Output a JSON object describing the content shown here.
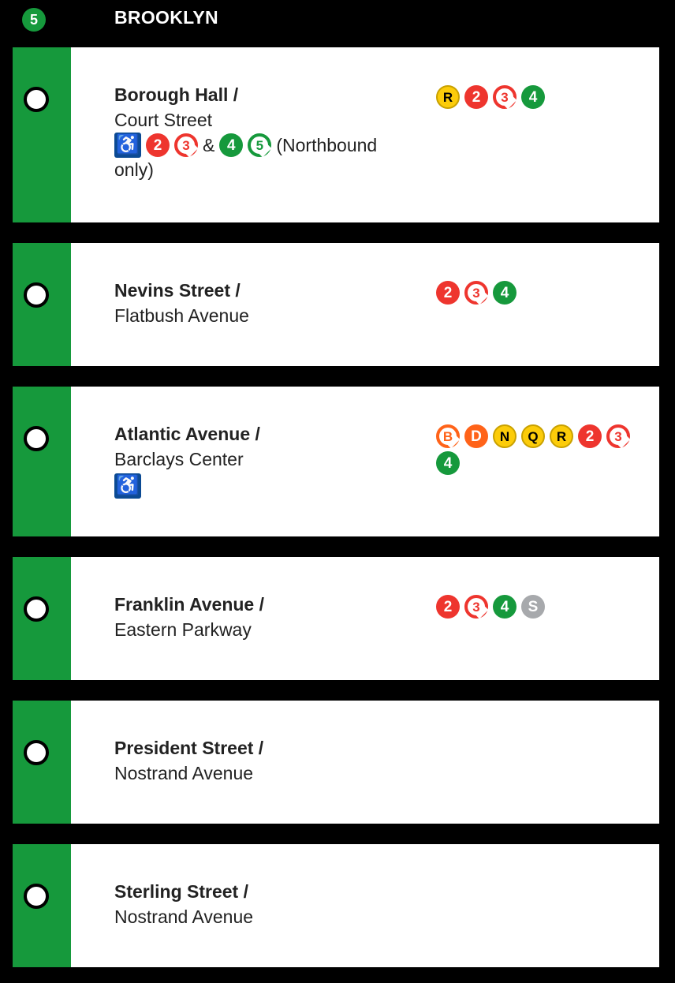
{
  "header": {
    "route": {
      "label": "5",
      "color": "#16993c"
    },
    "borough": "BROOKLYN"
  },
  "colors": {
    "line_strip": "#16993c",
    "red": "#ee352e",
    "green": "#16993c",
    "yellow": "#fccc0a",
    "orange": "#ff6319",
    "gray": "#a7a9ac",
    "ada_blue": "#0b4a93"
  },
  "stations": [
    {
      "name": "Borough Hall /",
      "cross": "Court Street",
      "accessible_note": {
        "icon": "wheelchair-icon",
        "bullets_a": [
          {
            "label": "2",
            "color": "#ee352e",
            "style": "solid"
          },
          {
            "label": "3",
            "color": "#ee352e",
            "style": "diamond"
          }
        ],
        "amp": "&",
        "bullets_b": [
          {
            "label": "4",
            "color": "#16993c",
            "style": "solid"
          },
          {
            "label": "5",
            "color": "#16993c",
            "style": "diamond"
          }
        ],
        "text_1": "(Northbound",
        "text_2": "only)"
      },
      "transfers": [
        {
          "label": "R",
          "color": "#fccc0a",
          "style": "dark"
        },
        {
          "label": "2",
          "color": "#ee352e",
          "style": "solid"
        },
        {
          "label": "3",
          "color": "#ee352e",
          "style": "diamond"
        },
        {
          "label": "4",
          "color": "#16993c",
          "style": "solid"
        }
      ]
    },
    {
      "name": "Nevins Street /",
      "cross": "Flatbush Avenue",
      "transfers": [
        {
          "label": "2",
          "color": "#ee352e",
          "style": "solid"
        },
        {
          "label": "3",
          "color": "#ee352e",
          "style": "diamond"
        },
        {
          "label": "4",
          "color": "#16993c",
          "style": "solid"
        }
      ]
    },
    {
      "name": "Atlantic Avenue /",
      "cross": "Barclays Center",
      "accessible": true,
      "transfers": [
        {
          "label": "B",
          "color": "#ff6319",
          "style": "diamond"
        },
        {
          "label": "D",
          "color": "#ff6319",
          "style": "solid"
        },
        {
          "label": "N",
          "color": "#fccc0a",
          "style": "dark"
        },
        {
          "label": "Q",
          "color": "#fccc0a",
          "style": "dark"
        },
        {
          "label": "R",
          "color": "#fccc0a",
          "style": "dark"
        },
        {
          "label": "2",
          "color": "#ee352e",
          "style": "solid"
        },
        {
          "label": "3",
          "color": "#ee352e",
          "style": "diamond"
        },
        {
          "label": "4",
          "color": "#16993c",
          "style": "solid"
        }
      ]
    },
    {
      "name": "Franklin Avenue /",
      "cross": "Eastern Parkway",
      "transfers": [
        {
          "label": "2",
          "color": "#ee352e",
          "style": "solid"
        },
        {
          "label": "3",
          "color": "#ee352e",
          "style": "diamond"
        },
        {
          "label": "4",
          "color": "#16993c",
          "style": "solid"
        },
        {
          "label": "S",
          "color": "#a7a9ac",
          "style": "solid"
        }
      ]
    },
    {
      "name": "President Street /",
      "cross": "Nostrand Avenue",
      "transfers": []
    },
    {
      "name": "Sterling Street /",
      "cross": "Nostrand Avenue",
      "transfers": []
    }
  ]
}
